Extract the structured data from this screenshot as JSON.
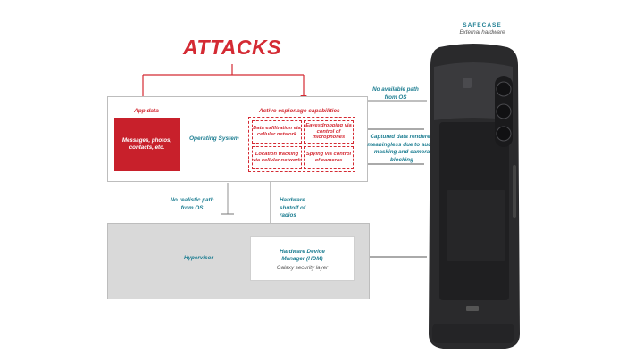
{
  "title": "ATTACKS",
  "app_data": {
    "label": "App data",
    "box_text": "Messages, photos, contacts, etc."
  },
  "operating_system": {
    "label": "Operating System"
  },
  "espionage": {
    "title": "Active espionage capabilities",
    "capabilities": [
      "Data exfiltration via cellular network",
      "Eavesdropping via control of microphones",
      "Location tracking via cellular network",
      "Spying via control of cameras"
    ]
  },
  "annotations": {
    "no_available_path": "No available path from OS",
    "captured_data": "Captured data rendered meaningless due to audio masking and camera blocking",
    "no_realistic_path": "No realistic path from OS",
    "hardware_shutoff": "Hardware shutoff of radios"
  },
  "hypervisor": {
    "label": "Hypervisor"
  },
  "hdm": {
    "title": "Hardware Device Manager (HDM)",
    "subtitle": "Galaxy security layer"
  },
  "product": {
    "name": "SAFECASE",
    "subtitle": "External hardware"
  },
  "colors": {
    "attack_red": "#d42a33",
    "app_red": "#c8202b",
    "teal": "#1e7e92",
    "hypervisor_gray": "#d9d9d9",
    "case_dark": "#2f2f31"
  }
}
